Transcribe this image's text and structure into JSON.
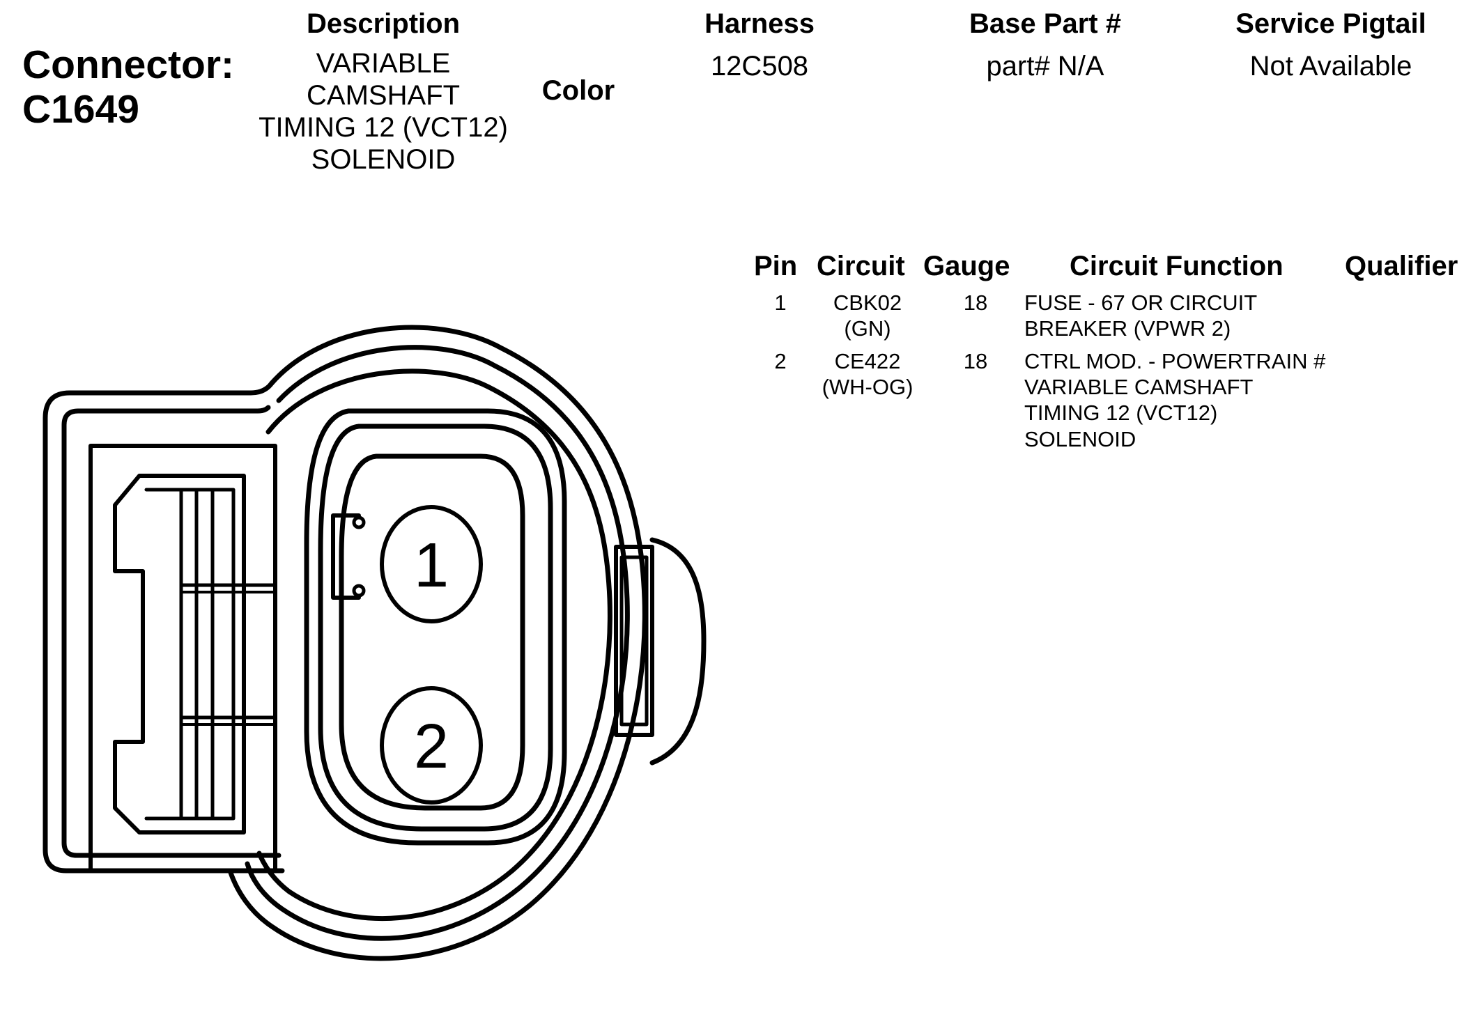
{
  "connector": {
    "label": "Connector:",
    "id": "C1649"
  },
  "header": {
    "description_label": "Description",
    "description_value": "VARIABLE\nCAMSHAFT\nTIMING 12 (VCT12)\nSOLENOID",
    "color_label": "Color",
    "harness_label": "Harness",
    "harness_value": "12C508",
    "base_part_label": "Base Part #",
    "base_part_value": "part# N/A",
    "service_pigtail_label": "Service Pigtail",
    "service_pigtail_value": "Not Available"
  },
  "pin_table": {
    "columns": [
      "Pin",
      "Circuit",
      "Gauge",
      "Circuit Function",
      "Qualifier"
    ],
    "rows": [
      {
        "pin": "1",
        "circuit": "CBK02\n(GN)",
        "gauge": "18",
        "function": "FUSE - 67 OR CIRCUIT\nBREAKER (VPWR 2)",
        "qualifier": ""
      },
      {
        "pin": "2",
        "circuit": "CE422\n(WH-OG)",
        "gauge": "18",
        "function": "CTRL MOD. - POWERTRAIN #\nVARIABLE CAMSHAFT\nTIMING 12 (VCT12)\nSOLENOID",
        "qualifier": ""
      }
    ]
  },
  "diagram": {
    "pin_labels": [
      "1",
      "2"
    ]
  }
}
